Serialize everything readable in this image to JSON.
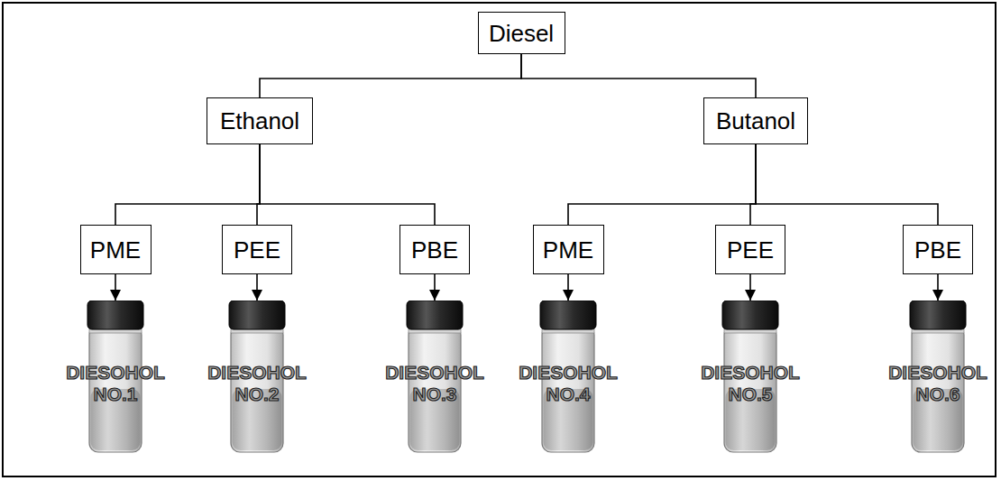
{
  "diagram": {
    "nodes": [
      {
        "text": [
          "Diesel"
        ]
      },
      {
        "text": [
          "Ethanol"
        ]
      },
      {
        "text": [
          "Butanol"
        ]
      },
      {
        "text": [
          "PME"
        ]
      },
      {
        "text": [
          "PEE"
        ]
      },
      {
        "text": [
          "PBE"
        ]
      },
      {
        "text": [
          "PME"
        ]
      },
      {
        "text": [
          "PEE"
        ]
      },
      {
        "text": [
          "PBE"
        ]
      },
      {
        "text": [
          "DIESOHOL",
          "NO.1"
        ]
      },
      {
        "text": [
          "DIESOHOL",
          "NO.2"
        ]
      },
      {
        "text": [
          "DIESOHOL",
          "NO.3"
        ]
      },
      {
        "text": [
          "DIESOHOL",
          "NO.4"
        ]
      },
      {
        "text": [
          "DIESOHOL",
          "NO.5"
        ]
      },
      {
        "text": [
          "DIESOHOL",
          "NO.6"
        ]
      }
    ],
    "edges": [
      {
        "from": 0,
        "to": 1,
        "arrow": "none"
      },
      {
        "from": 0,
        "to": 2,
        "arrow": "none"
      },
      {
        "from": 1,
        "to": 3,
        "arrow": "none"
      },
      {
        "from": 1,
        "to": 4,
        "arrow": "none"
      },
      {
        "from": 1,
        "to": 5,
        "arrow": "none"
      },
      {
        "from": 2,
        "to": 6,
        "arrow": "none"
      },
      {
        "from": 2,
        "to": 7,
        "arrow": "none"
      },
      {
        "from": 2,
        "to": 8,
        "arrow": "none"
      },
      {
        "from": 3,
        "to": 9,
        "arrow": "to"
      },
      {
        "from": 4,
        "to": 10,
        "arrow": "to"
      },
      {
        "from": 5,
        "to": 11,
        "arrow": "to"
      },
      {
        "from": 6,
        "to": 12,
        "arrow": "to"
      },
      {
        "from": 7,
        "to": 13,
        "arrow": "to"
      },
      {
        "from": 8,
        "to": 14,
        "arrow": "to"
      }
    ]
  }
}
